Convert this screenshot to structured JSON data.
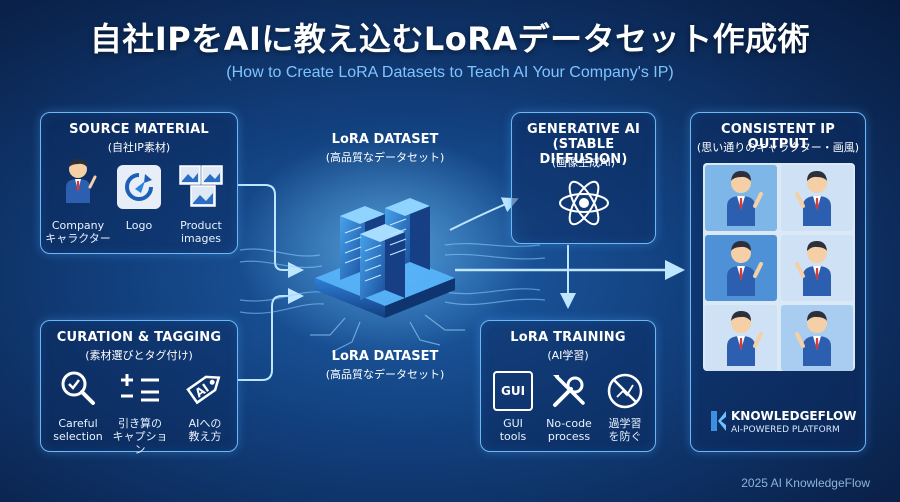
{
  "title": "自社IPをAIに教え込むLoRAデータセット作成術",
  "subtitle": "(How to Create LoRA Datasets to Teach AI Your Company's IP)",
  "source": {
    "title": "SOURCE MATERIAL",
    "sub": "(自社IP素材)",
    "items": [
      {
        "label_1": "Company",
        "label_2": "キャラクター",
        "icon": "company-character-icon"
      },
      {
        "label_1": "Logo",
        "label_2": "",
        "icon": "logo-icon"
      },
      {
        "label_1": "Product",
        "label_2": "images",
        "icon": "product-images-icon"
      }
    ]
  },
  "curation": {
    "title": "CURATION & TAGGING",
    "sub": "(素材選びとタグ付け)",
    "items": [
      {
        "label_1": "Careful",
        "label_2": "selection",
        "icon": "magnifier-icon"
      },
      {
        "label_1": "引き算の",
        "label_2": "キャプション",
        "icon": "subtract-caption-icon"
      },
      {
        "label_1": "AIへの",
        "label_2": "教え方",
        "icon": "ai-tag-icon",
        "tag_text": "AI"
      }
    ]
  },
  "dataset_top": {
    "l1": "LoRA DATASET",
    "l2": "(高品質なデータセット)"
  },
  "dataset_bottom": {
    "l1": "LoRA DATASET",
    "l2": "(高品質なデータセット)"
  },
  "generative": {
    "title_1": "GENERATIVE AI",
    "title_2": "(STABLE DIFFUSION)",
    "sub": "(画像生成AI)"
  },
  "training": {
    "title": "LoRA TRAINING",
    "sub": "(AI学習)",
    "items": [
      {
        "label_1": "GUI",
        "label_2": "tools",
        "icon": "gui-tools-icon",
        "icon_text": "GUI"
      },
      {
        "label_1": "No-code",
        "label_2": "process",
        "icon": "wrench-screwdriver-icon"
      },
      {
        "label_1": "過学習",
        "label_2": "を防ぐ",
        "icon": "no-overfitting-icon"
      }
    ]
  },
  "output": {
    "title": "CONSISTENT IP OUTPUT",
    "sub": "(思い通りのキャラクター・画風)",
    "brand": "KNOWLEDGEFLOW",
    "brand_sub": "AI-POWERED PLATFORM"
  },
  "copyright": "2025 AI KnowledgeFlow",
  "colors": {
    "accent": "#6ab8f5",
    "background": "#12407e",
    "arrow": "#9fd6ff",
    "panel_border": "#6ab8f5"
  }
}
